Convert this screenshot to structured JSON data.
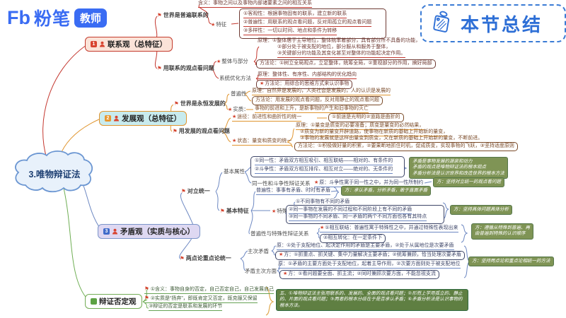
{
  "header": {
    "brand_fb": "Fb",
    "brand_name": "粉笔",
    "brand_role": "教师",
    "badge": "本节总结"
  },
  "root": {
    "label": "3.唯物辩证法"
  },
  "icons": {
    "flag": "⚑",
    "star": "★"
  },
  "colors": {
    "branch1": "#c4372f",
    "branch2": "#e0952f",
    "branch3": "#6d88c2",
    "branch4": "#67a355",
    "accent_blue": "#3a6cf3",
    "green_box": "#7f9455"
  },
  "lianxi": {
    "num": "1",
    "title": "联系观（总特征）",
    "k1": "世界是普遍联系的",
    "hanyi": "含义：事物之间以及事物内部诸要素之间的相互关系",
    "tezheng": "特征",
    "f1": "①客观性：根据事物固有的联系，建立新的联系",
    "f2": "②普遍性：用联系的观点看问题，反对用孤立的观点看问题",
    "f3": "③多样性：一切以时间、地点和条件为转移",
    "k2": "用联系的观点看问题",
    "zt": "整体与部分",
    "zt_y1": "原理：①整体居于主导地位，整体统率着部分，具有部分所不具备的功能，",
    "zt_y2": "②部分处于被支配的地位，部分服从和服务于整体，",
    "zt_y3": "③关键部分的功能及其变化甚至对整体的功能起决定作用。",
    "zt_f": "方法论：①树立全局观点，立足整体，统筹全局，②重视部分的作用，搞好局部",
    "xt": "系统优化方法",
    "xt_y": "原理：整体性、有序性、内部结构的优化趋向",
    "xt_f": "方法论：用综合的思维方式来认识事物"
  },
  "fazhan": {
    "num": "2",
    "title": "发展观（总特征）",
    "k1": "世界是永恒发展的",
    "pb": "普遍性",
    "pb_y": "原理：自然界是发展的，人类社会是发展的，人的认识是发展的",
    "pb_f": "方法论：用发展的观点看问题，反对用静止的观点看问题",
    "sz": "实质：",
    "sz_t": "事物的前进和上升，是新事物的产生和旧事物的灭亡",
    "k2": "用发展的观点看问题",
    "tj": "途径：前进性和曲折性的统一",
    "tj_t": "①前途是光明的②道路是曲折的",
    "zt": "状态：量变和质变的统一",
    "zt_y1": "原理：①量变是质变的必要准备；质变是量变的必然结果，",
    "zt_y2": "②质变为新的量变开辟道路，使事物在新质的基础上开始新的量变，",
    "zt_y3": "③事物的发展就是这样由量变到质变，又在新质的基础上开始新的量变，不断前进。",
    "zt_f": "方法论：①积极做好量的积累，②要果断地抓住时机，促成质变，实现事物的飞跃，③坚持适度原则"
  },
  "maodun": {
    "num": "3",
    "title": "矛盾观（实质与核心）",
    "gtop1": "矛盾是事物发展的源泉和动力",
    "gtop2": "矛盾的观点是唯物辩证法的根本观点",
    "gtop3": "矛盾分析法是认识世界和改造世界的根本方法",
    "k1": "对立统一",
    "jbsx": "基本属性",
    "s1": "①同一性：矛盾双方相互吸引、相互联结——相对的、有条件的",
    "s2": "②斗争性：矛盾双方相互排斥、相互对立——绝对的、无条件的",
    "s3": "同一性和斗争性辩证关系",
    "s3_t": "原：斗争性寓于同一性之中，并为同一性所制约",
    "s3_g": "方：坚持对立统一的观点看问题",
    "k2": "基本特征",
    "pbx": "普遍性：事事有矛盾、时时有矛盾",
    "pbx_g": "方：承认矛盾，分析矛盾，敢于直面矛盾",
    "tsx": "特殊性",
    "t1": "①不同事物有不同的矛盾",
    "t2": "②同一事物在发展的不同过程和不同阶段上有不同的矛盾",
    "t3": "③同一事物的不同矛盾、同一矛盾的两个不同方面也各有其特点",
    "tsx_g": "方：坚持具体问题具体分析",
    "pt": "普遍性与特殊性辩证关系",
    "pt1": "①相互联结：普遍性寓于特殊性之中，并通过特殊性表现出来",
    "pt2": "②相互转化：在一定条件下",
    "pt_g1": "方：遵循从特殊到普遍、再",
    "pt_g2": "由普遍到特殊的认识顺序",
    "k3": "两点论重点论统一",
    "zc": "主次矛盾",
    "zc_y": "原：①处于支配地位、起决定作用的矛盾是主要矛盾，②处于从属地位是次要矛盾",
    "zc_f": "方：①抓重点、抓关键、集中力量解决主要矛盾；②统筹兼顾，恰当处理次要矛盾",
    "mz": "矛盾主次方面",
    "mz_y": "原：①矛盾的主要方面处于支配地位，起着主导作用，②次要方面则处于被支配地位",
    "mz_f": "方：①看问题要全面、抓主流；②同时兼顾次要方面，不能忽视支流",
    "ldl_g": "方：坚持两点论和重点论相统一的方法"
  },
  "fouding": {
    "title": "辩证否定观",
    "l1": "①含义：事物自身的否定，自己否定自己，自己发展自己",
    "l2": "②实质是“扬弃”，即既肯定又否定，既克服又保留",
    "l3": "③辩证的否定是联系和发展的环节",
    "box": "五、①唯物辩证法主张用联系的、发展的、全面的观点看问题；②形而上学用孤立的、静止的、片面的观点看问题；③两者的根本分歧在于是否承认矛盾；④矛盾分析法是认识事物的根本方法。"
  }
}
